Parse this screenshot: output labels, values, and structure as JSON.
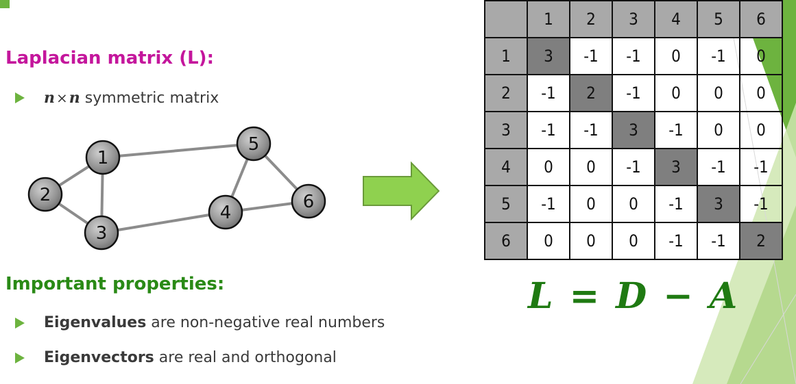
{
  "colors": {
    "heading1": "#c4169c",
    "heading2": "#2a8a16",
    "accent": "#6db33f",
    "formula": "#1f7a12",
    "header_cell": "#a9a9a9",
    "diagonal_cell": "#7f7f7f"
  },
  "laplacian": {
    "heading": "Laplacian matrix (L):",
    "bullet_math_n1": "n",
    "bullet_math_times": "×",
    "bullet_math_n2": "n",
    "bullet_text": " symmetric matrix"
  },
  "graph": {
    "nodes": [
      "1",
      "2",
      "3",
      "4",
      "5",
      "6"
    ],
    "edges": [
      [
        "1",
        "2"
      ],
      [
        "1",
        "3"
      ],
      [
        "2",
        "3"
      ],
      [
        "1",
        "5"
      ],
      [
        "3",
        "4"
      ],
      [
        "4",
        "5"
      ],
      [
        "4",
        "6"
      ],
      [
        "5",
        "6"
      ]
    ]
  },
  "properties": {
    "heading": "Important properties:",
    "items": [
      {
        "bold": "Eigenvalues",
        "rest": " are non-negative real numbers"
      },
      {
        "bold": "Eigenvectors",
        "rest": " are real and orthogonal"
      }
    ]
  },
  "matrix": {
    "col_headers": [
      "1",
      "2",
      "3",
      "4",
      "5",
      "6"
    ],
    "rows": [
      {
        "label": "1",
        "values": [
          "3",
          "-1",
          "-1",
          "0",
          "-1",
          "0"
        ]
      },
      {
        "label": "2",
        "values": [
          "-1",
          "2",
          "-1",
          "0",
          "0",
          "0"
        ]
      },
      {
        "label": "3",
        "values": [
          "-1",
          "-1",
          "3",
          "-1",
          "0",
          "0"
        ]
      },
      {
        "label": "4",
        "values": [
          "0",
          "0",
          "-1",
          "3",
          "-1",
          "-1"
        ]
      },
      {
        "label": "5",
        "values": [
          "-1",
          "0",
          "0",
          "-1",
          "3",
          "-1"
        ]
      },
      {
        "label": "6",
        "values": [
          "0",
          "0",
          "0",
          "-1",
          "-1",
          "2"
        ]
      }
    ]
  },
  "formula": {
    "lhs": "L",
    "eq": "=",
    "d": "D",
    "minus": "−",
    "a": "A"
  },
  "icons": {
    "arrow": "right-arrow-icon",
    "bullet": "triangle-bullet-icon"
  }
}
